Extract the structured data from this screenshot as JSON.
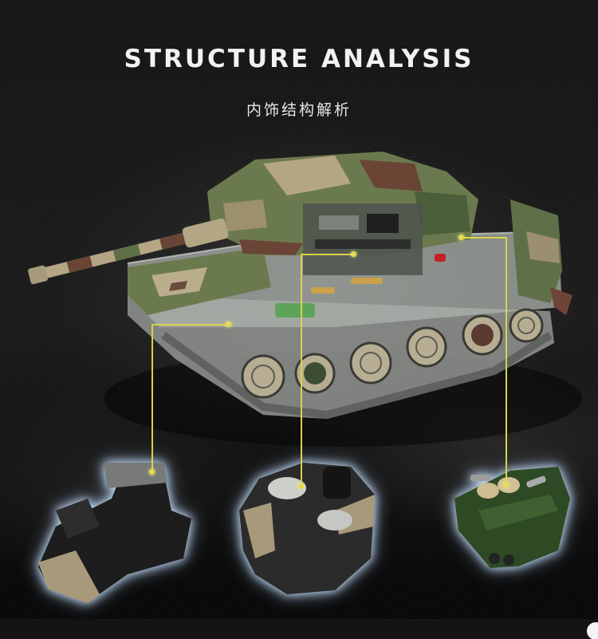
{
  "header": {
    "title": "STRUCTURE ANALYSIS",
    "subtitle": "内饰结构解析"
  },
  "scene": {
    "subject": "camouflage brick-built heavy tank model, cutaway view",
    "background": "dark textured carpet",
    "accent_color": "#d9d24a",
    "camo_colors": [
      "#5d6b45",
      "#b7a98a",
      "#6e4a3a",
      "#3e5533",
      "#7a7a72"
    ]
  },
  "callouts": [
    {
      "name": "driver-compartment",
      "part": "left interior module (black/grey/tan)"
    },
    {
      "name": "turret-base",
      "part": "center turret ring module (black/grey/tan)"
    },
    {
      "name": "engine-bay",
      "part": "right engine module (dark green/tan)"
    }
  ]
}
